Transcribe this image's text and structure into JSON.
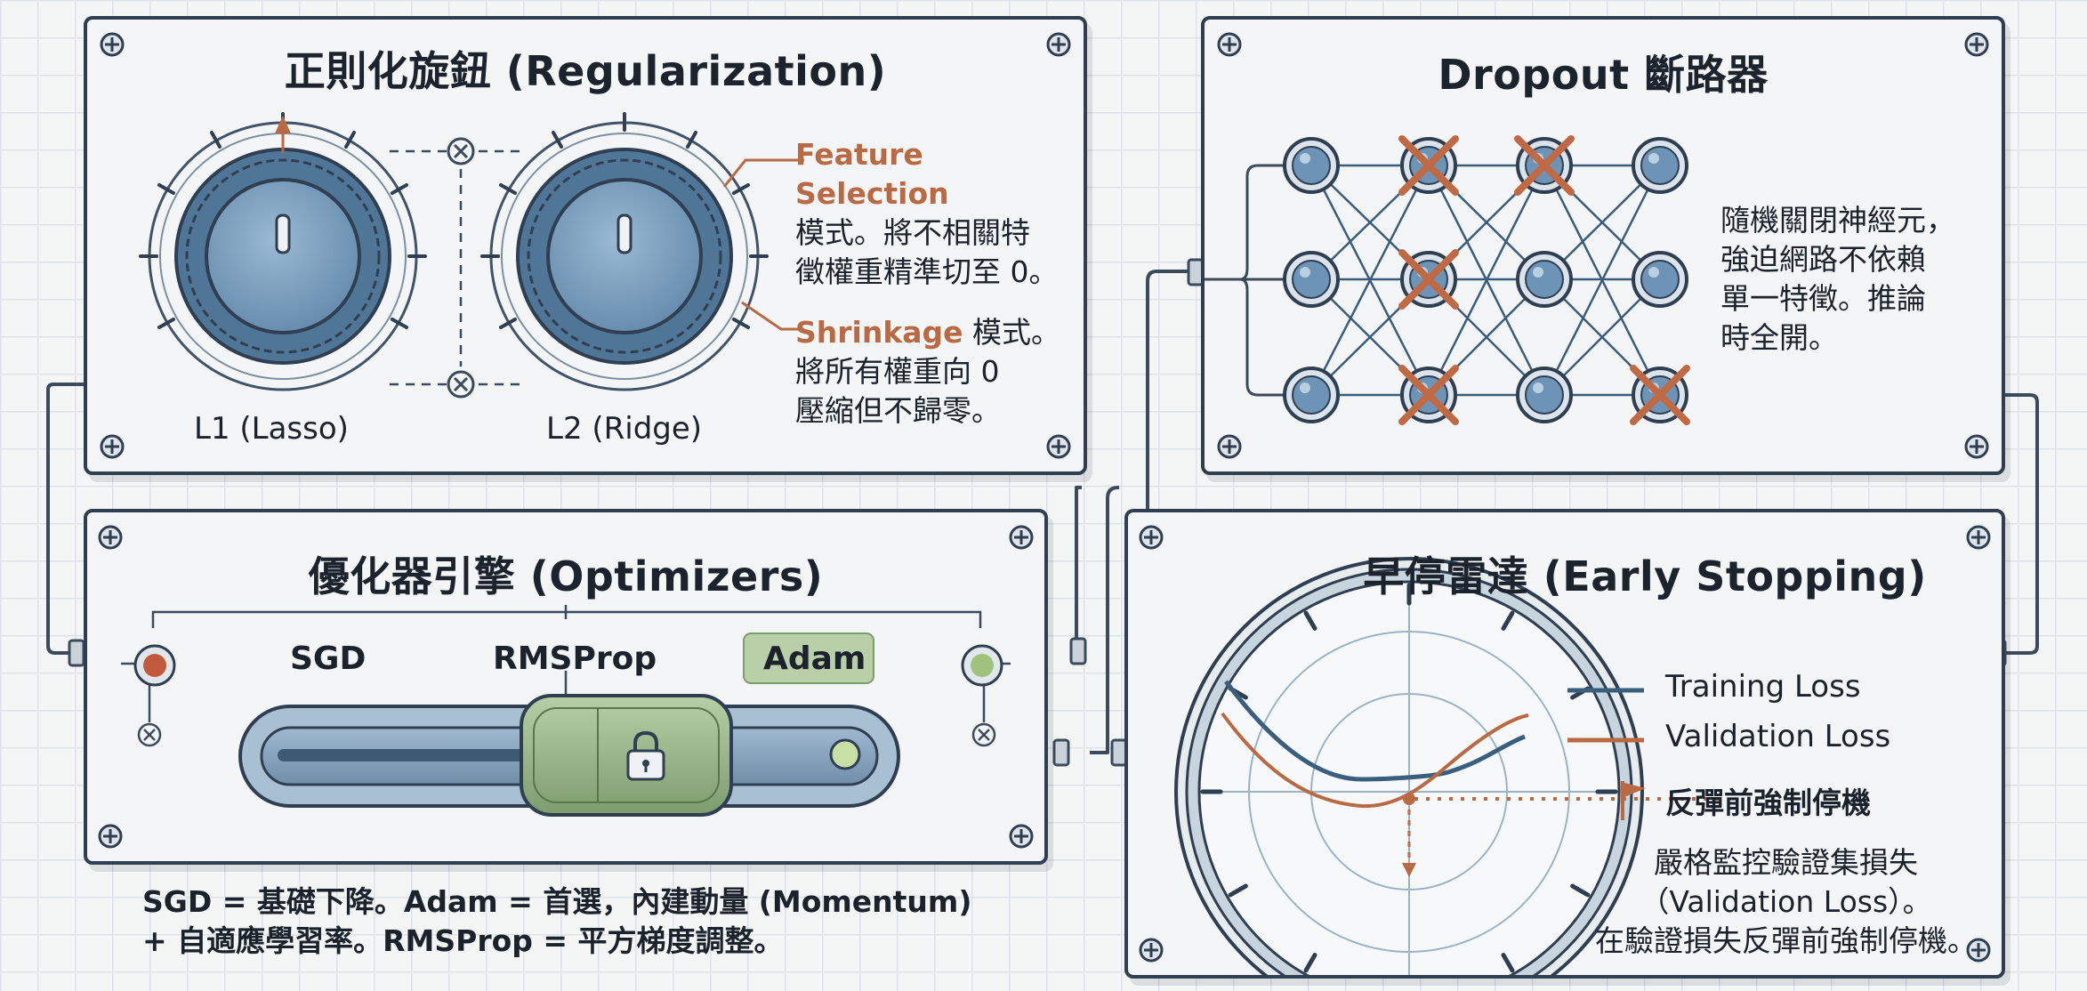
{
  "regularization": {
    "title": "正則化旋鈕 (Regularization)",
    "knob_l1": "L1 (Lasso)",
    "knob_l2": "L2 (Ridge)",
    "l1_desc": {
      "accent": "Feature Selection",
      "line1": "模式。將不相關特",
      "line2": "徵權重精準切至 0。"
    },
    "l2_desc": {
      "accent": "Shrinkage",
      "line1_rest": " 模式。",
      "line2": "將所有權重向 0",
      "line3": "壓縮但不歸零。"
    }
  },
  "dropout": {
    "title": "Dropout 斷路器",
    "desc": [
      "隨機關閉神經元，",
      "強迫網路不依賴",
      "單一特徵。推論",
      "時全開。"
    ]
  },
  "optimizers": {
    "title": "優化器引擎 (Optimizers)",
    "options": [
      "SGD",
      "RMSProp",
      "Adam"
    ],
    "selected": "Adam",
    "note": [
      "SGD = 基礎下降。Adam = 首選，內建動量 (Momentum)",
      "+ 自適應學習率。RMSProp = 平方梯度調整。"
    ]
  },
  "early_stopping": {
    "title": "早停雷達 (Early Stopping)",
    "legend": [
      {
        "label": "Training Loss",
        "color": "#3a5f7e"
      },
      {
        "label": "Validation Loss",
        "color": "#b96a44"
      }
    ],
    "stop_label": "反彈前強制停機",
    "desc": [
      "嚴格監控驗證集損失",
      "（Validation Loss）。",
      "在驗證損失反彈前強制停機。"
    ]
  },
  "colors": {
    "frame": "#2f3f51",
    "knob_blue": "#6e96b8",
    "accent_orange": "#b96a44",
    "slider_green": "#8fb07f",
    "led_red": "#c15a3c",
    "led_green": "#9fc37e"
  },
  "icons": [
    "screw-icon",
    "lock-icon",
    "flag-icon",
    "x-mark-icon",
    "circle-x-icon"
  ]
}
